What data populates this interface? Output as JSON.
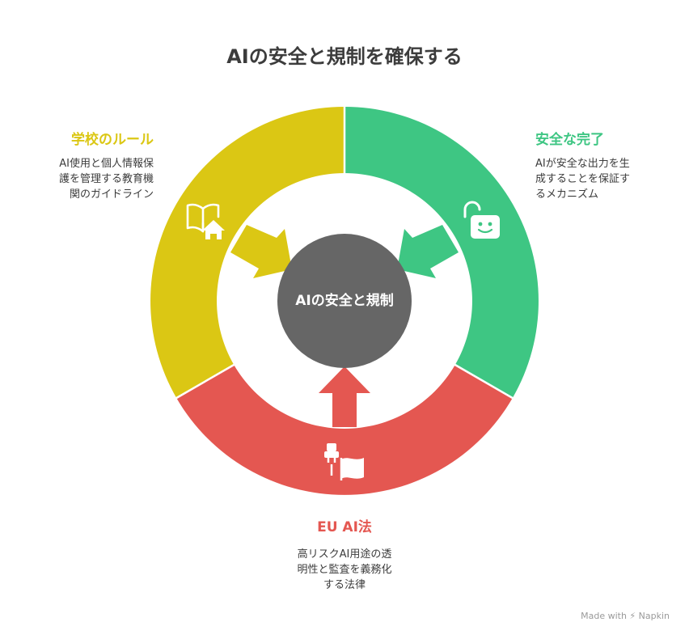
{
  "title": "AIの安全と規制を確保する",
  "center": {
    "label": "AIの安全と規制",
    "color": "#666666"
  },
  "segments": {
    "left": {
      "title": "学校のルール",
      "color": "#dbc714",
      "icon": "book-house-icon",
      "description_lines": [
        "AI使用と個人情報保",
        "護を管理する教育機",
        "関のガイドライン"
      ]
    },
    "right": {
      "title": "安全な完了",
      "color": "#3ec683",
      "icon": "unlocked-smile-icon",
      "description_lines": [
        "AIが安全な出力を生",
        "成することを保証す",
        "るメカニズム"
      ]
    },
    "bottom": {
      "title": "EU AI法",
      "color": "#e45751",
      "icon": "flag-plug-icon",
      "description_lines": [
        "高リスクAI用途の透",
        "明性と監査を義務化",
        "する法律"
      ]
    }
  },
  "credit": "Made with ⚡ Napkin"
}
